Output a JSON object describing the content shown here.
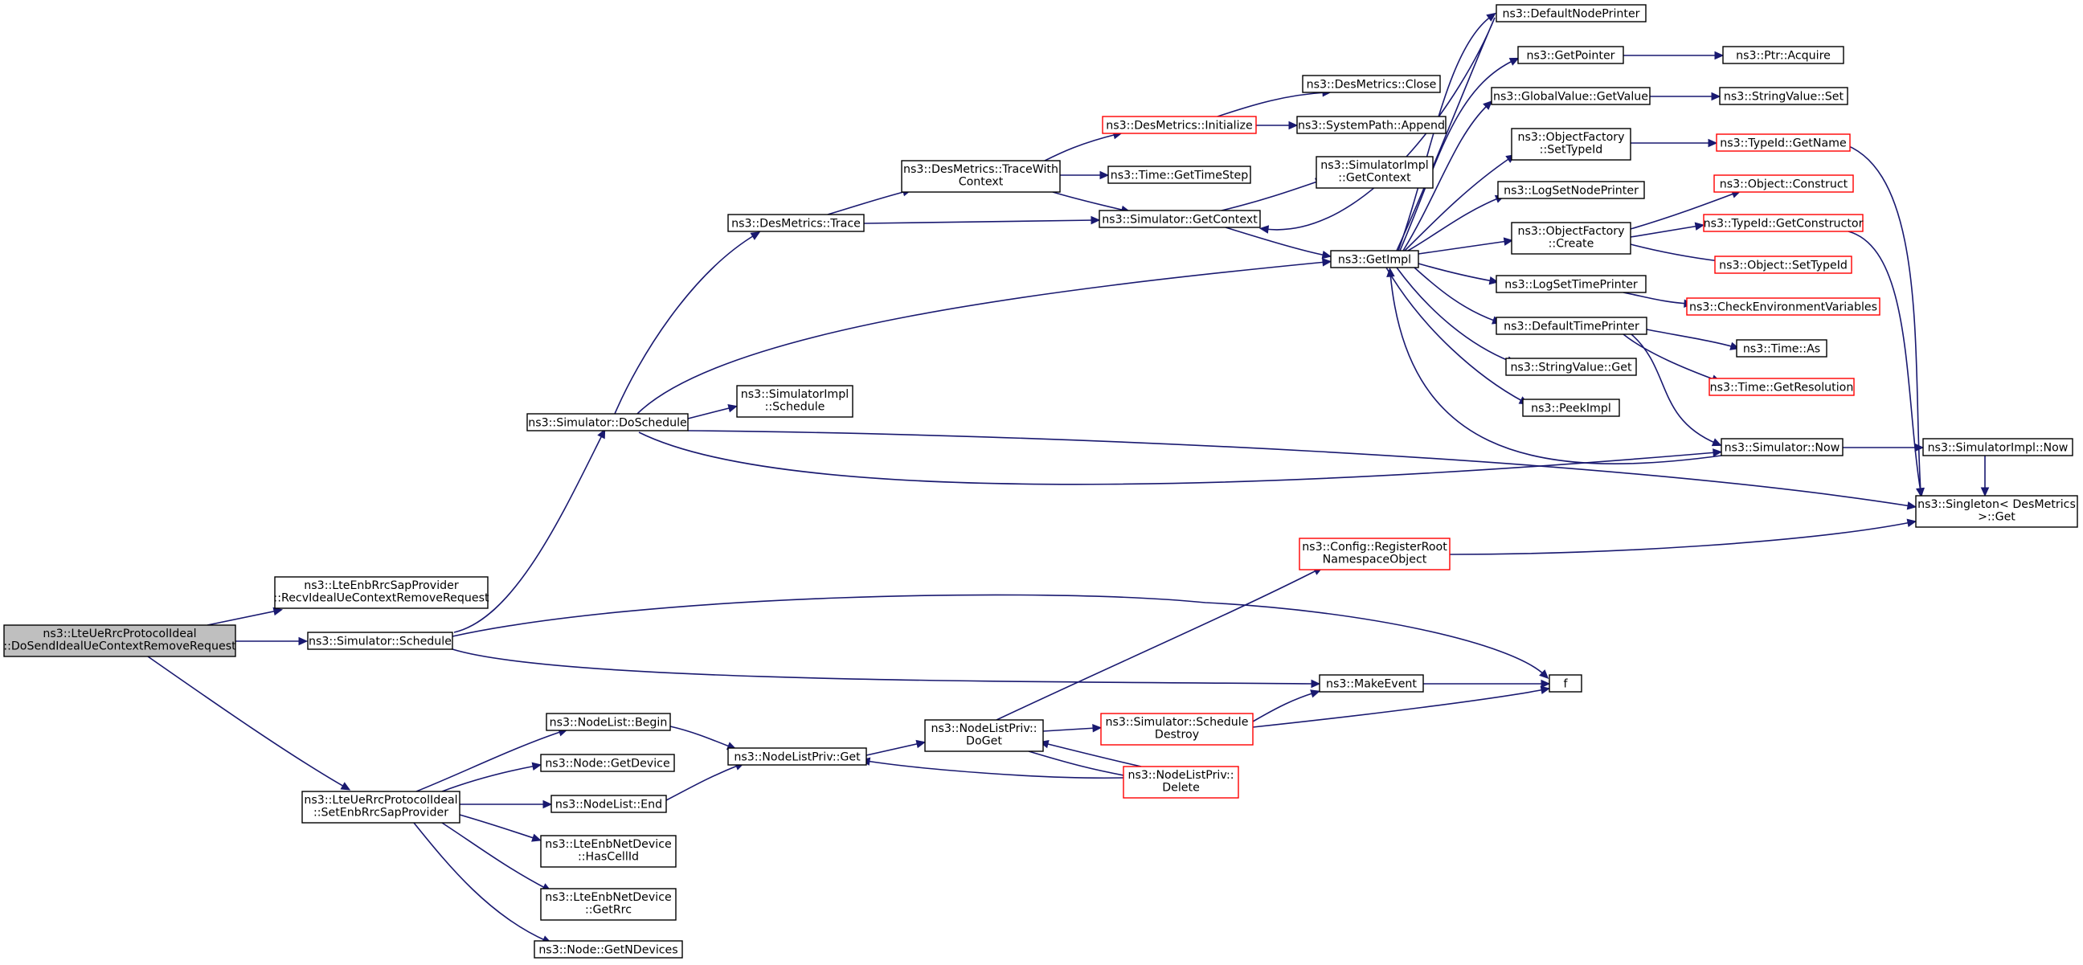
{
  "graph": {
    "title": "",
    "colors": {
      "edge": "#191970",
      "node_border_default": "#000000",
      "node_border_truncated": "#ff0000",
      "node_fill": "#ffffff",
      "root_fill": "#bfbfbf"
    },
    "nodes": [
      {
        "id": "root",
        "lines": [
          "ns3::LteUeRrcProtocolIdeal",
          "::DoSendIdealUeContextRemoveRequest"
        ],
        "style": "root"
      },
      {
        "id": "recvIdeal",
        "lines": [
          "ns3::LteEnbRrcSapProvider",
          "::RecvIdealUeContextRemoveRequest"
        ],
        "style": "normal"
      },
      {
        "id": "schedule",
        "lines": [
          "ns3::Simulator::Schedule"
        ],
        "style": "normal"
      },
      {
        "id": "setEnb",
        "lines": [
          "ns3::LteUeRrcProtocolIdeal",
          "::SetEnbRrcSapProvider"
        ],
        "style": "normal"
      },
      {
        "id": "doSchedule",
        "lines": [
          "ns3::Simulator::DoSchedule"
        ],
        "style": "normal"
      },
      {
        "id": "config",
        "lines": [
          "ns3::Config::RegisterRoot",
          "NamespaceObject"
        ],
        "style": "red"
      },
      {
        "id": "makeEvent",
        "lines": [
          "ns3::MakeEvent"
        ],
        "style": "normal"
      },
      {
        "id": "f",
        "lines": [
          "f"
        ],
        "style": "normal"
      },
      {
        "id": "desTrace",
        "lines": [
          "ns3::DesMetrics::Trace"
        ],
        "style": "normal"
      },
      {
        "id": "getImpl",
        "lines": [
          "ns3::GetImpl"
        ],
        "style": "normal"
      },
      {
        "id": "simImplSchedule",
        "lines": [
          "ns3::SimulatorImpl",
          "::Schedule"
        ],
        "style": "normal"
      },
      {
        "id": "simNow",
        "lines": [
          "ns3::Simulator::Now"
        ],
        "style": "normal"
      },
      {
        "id": "singleton",
        "lines": [
          "ns3::Singleton< DesMetrics",
          ">::Get"
        ],
        "style": "normal"
      },
      {
        "id": "traceWith",
        "lines": [
          "ns3::DesMetrics::TraceWith",
          "Context"
        ],
        "style": "normal"
      },
      {
        "id": "getContext",
        "lines": [
          "ns3::Simulator::GetContext"
        ],
        "style": "normal"
      },
      {
        "id": "desInit",
        "lines": [
          "ns3::DesMetrics::Initialize"
        ],
        "style": "red"
      },
      {
        "id": "getTimeStep",
        "lines": [
          "ns3::Time::GetTimeStep"
        ],
        "style": "normal"
      },
      {
        "id": "desClose",
        "lines": [
          "ns3::DesMetrics::Close"
        ],
        "style": "normal"
      },
      {
        "id": "sysAppend",
        "lines": [
          "ns3::SystemPath::Append"
        ],
        "style": "normal"
      },
      {
        "id": "simImplGetContext",
        "lines": [
          "ns3::SimulatorImpl",
          "::GetContext"
        ],
        "style": "normal"
      },
      {
        "id": "defNodePrinter",
        "lines": [
          "ns3::DefaultNodePrinter"
        ],
        "style": "normal"
      },
      {
        "id": "getPointer",
        "lines": [
          "ns3::GetPointer"
        ],
        "style": "normal"
      },
      {
        "id": "ptrAcquire",
        "lines": [
          "ns3::Ptr::Acquire"
        ],
        "style": "normal"
      },
      {
        "id": "gvGetValue",
        "lines": [
          "ns3::GlobalValue::GetValue"
        ],
        "style": "normal"
      },
      {
        "id": "svSet",
        "lines": [
          "ns3::StringValue::Set"
        ],
        "style": "normal"
      },
      {
        "id": "ofSetTypeId",
        "lines": [
          "ns3::ObjectFactory",
          "::SetTypeId"
        ],
        "style": "normal"
      },
      {
        "id": "tidGetName",
        "lines": [
          "ns3::TypeId::GetName"
        ],
        "style": "red"
      },
      {
        "id": "logSetNodePrinter",
        "lines": [
          "ns3::LogSetNodePrinter"
        ],
        "style": "normal"
      },
      {
        "id": "ofCreate",
        "lines": [
          "ns3::ObjectFactory",
          "::Create"
        ],
        "style": "normal"
      },
      {
        "id": "objConstruct",
        "lines": [
          "ns3::Object::Construct"
        ],
        "style": "red"
      },
      {
        "id": "tidGetCtor",
        "lines": [
          "ns3::TypeId::GetConstructor"
        ],
        "style": "red"
      },
      {
        "id": "objSetTypeId",
        "lines": [
          "ns3::Object::SetTypeId"
        ],
        "style": "red"
      },
      {
        "id": "logSetTimePrinter",
        "lines": [
          "ns3::LogSetTimePrinter"
        ],
        "style": "normal"
      },
      {
        "id": "checkEnv",
        "lines": [
          "ns3::CheckEnvironmentVariables"
        ],
        "style": "red"
      },
      {
        "id": "defTimePrinter",
        "lines": [
          "ns3::DefaultTimePrinter"
        ],
        "style": "normal"
      },
      {
        "id": "timeAs",
        "lines": [
          "ns3::Time::As"
        ],
        "style": "normal"
      },
      {
        "id": "timeGetRes",
        "lines": [
          "ns3::Time::GetResolution"
        ],
        "style": "red"
      },
      {
        "id": "svGet",
        "lines": [
          "ns3::StringValue::Get"
        ],
        "style": "normal"
      },
      {
        "id": "peekImpl",
        "lines": [
          "ns3::PeekImpl"
        ],
        "style": "normal"
      },
      {
        "id": "simImplNow",
        "lines": [
          "ns3::SimulatorImpl::Now"
        ],
        "style": "normal"
      },
      {
        "id": "nlBegin",
        "lines": [
          "ns3::NodeList::Begin"
        ],
        "style": "normal"
      },
      {
        "id": "nodeGetDevice",
        "lines": [
          "ns3::Node::GetDevice"
        ],
        "style": "normal"
      },
      {
        "id": "nlEnd",
        "lines": [
          "ns3::NodeList::End"
        ],
        "style": "normal"
      },
      {
        "id": "hasCellId",
        "lines": [
          "ns3::LteEnbNetDevice",
          "::HasCellId"
        ],
        "style": "normal"
      },
      {
        "id": "getRrc",
        "lines": [
          "ns3::LteEnbNetDevice",
          "::GetRrc"
        ],
        "style": "normal"
      },
      {
        "id": "getNDevices",
        "lines": [
          "ns3::Node::GetNDevices"
        ],
        "style": "normal"
      },
      {
        "id": "nlpGet",
        "lines": [
          "ns3::NodeListPriv::Get"
        ],
        "style": "normal"
      },
      {
        "id": "nlpDoGet",
        "lines": [
          "ns3::NodeListPriv::",
          "DoGet"
        ],
        "style": "normal"
      },
      {
        "id": "scheduleDestroy",
        "lines": [
          "ns3::Simulator::Schedule",
          "Destroy"
        ],
        "style": "red"
      },
      {
        "id": "nlpDelete",
        "lines": [
          "ns3::NodeListPriv::",
          "Delete"
        ],
        "style": "red"
      }
    ],
    "edges": [
      [
        "root",
        "recvIdeal"
      ],
      [
        "root",
        "schedule"
      ],
      [
        "root",
        "setEnb"
      ],
      [
        "schedule",
        "doSchedule"
      ],
      [
        "schedule",
        "f"
      ],
      [
        "schedule",
        "makeEvent"
      ],
      [
        "doSchedule",
        "desTrace"
      ],
      [
        "doSchedule",
        "getImpl"
      ],
      [
        "doSchedule",
        "simImplSchedule"
      ],
      [
        "doSchedule",
        "simNow"
      ],
      [
        "doSchedule",
        "singleton"
      ],
      [
        "desTrace",
        "traceWith"
      ],
      [
        "desTrace",
        "getContext"
      ],
      [
        "traceWith",
        "desInit"
      ],
      [
        "traceWith",
        "getTimeStep"
      ],
      [
        "traceWith",
        "getContext"
      ],
      [
        "desInit",
        "desClose"
      ],
      [
        "desInit",
        "sysAppend"
      ],
      [
        "getContext",
        "simImplGetContext"
      ],
      [
        "getContext",
        "getImpl"
      ],
      [
        "getImpl",
        "defNodePrinter"
      ],
      [
        "getImpl",
        "getPointer"
      ],
      [
        "getImpl",
        "gvGetValue"
      ],
      [
        "getImpl",
        "ofSetTypeId"
      ],
      [
        "getImpl",
        "logSetNodePrinter"
      ],
      [
        "getImpl",
        "ofCreate"
      ],
      [
        "getImpl",
        "logSetTimePrinter"
      ],
      [
        "getImpl",
        "defTimePrinter"
      ],
      [
        "getImpl",
        "svGet"
      ],
      [
        "getImpl",
        "peekImpl"
      ],
      [
        "getImpl",
        "getContext"
      ],
      [
        "getPointer",
        "ptrAcquire"
      ],
      [
        "gvGetValue",
        "svSet"
      ],
      [
        "ofSetTypeId",
        "tidGetName"
      ],
      [
        "ofCreate",
        "objConstruct"
      ],
      [
        "ofCreate",
        "tidGetCtor"
      ],
      [
        "ofCreate",
        "objSetTypeId"
      ],
      [
        "logSetTimePrinter",
        "checkEnv"
      ],
      [
        "defTimePrinter",
        "timeAs"
      ],
      [
        "defTimePrinter",
        "timeGetRes"
      ],
      [
        "defTimePrinter",
        "simNow"
      ],
      [
        "simNow",
        "simImplNow"
      ],
      [
        "simNow",
        "getImpl"
      ],
      [
        "tidGetName",
        "singleton"
      ],
      [
        "tidGetCtor",
        "singleton"
      ],
      [
        "simImplNow",
        "singleton"
      ],
      [
        "config",
        "singleton"
      ],
      [
        "makeEvent",
        "f"
      ],
      [
        "setEnb",
        "nlBegin"
      ],
      [
        "setEnb",
        "nodeGetDevice"
      ],
      [
        "setEnb",
        "nlEnd"
      ],
      [
        "setEnb",
        "hasCellId"
      ],
      [
        "setEnb",
        "getRrc"
      ],
      [
        "setEnb",
        "getNDevices"
      ],
      [
        "nlBegin",
        "nlpGet"
      ],
      [
        "nlEnd",
        "nlpGet"
      ],
      [
        "nlpGet",
        "nlpDoGet"
      ],
      [
        "nlpDoGet",
        "config"
      ],
      [
        "nlpDoGet",
        "scheduleDestroy"
      ],
      [
        "nlpDoGet",
        "nlpDelete"
      ],
      [
        "scheduleDestroy",
        "makeEvent"
      ],
      [
        "scheduleDestroy",
        "f"
      ],
      [
        "nlpDelete",
        "nlpDoGet"
      ],
      [
        "nlpDelete",
        "nlpGet"
      ]
    ]
  }
}
